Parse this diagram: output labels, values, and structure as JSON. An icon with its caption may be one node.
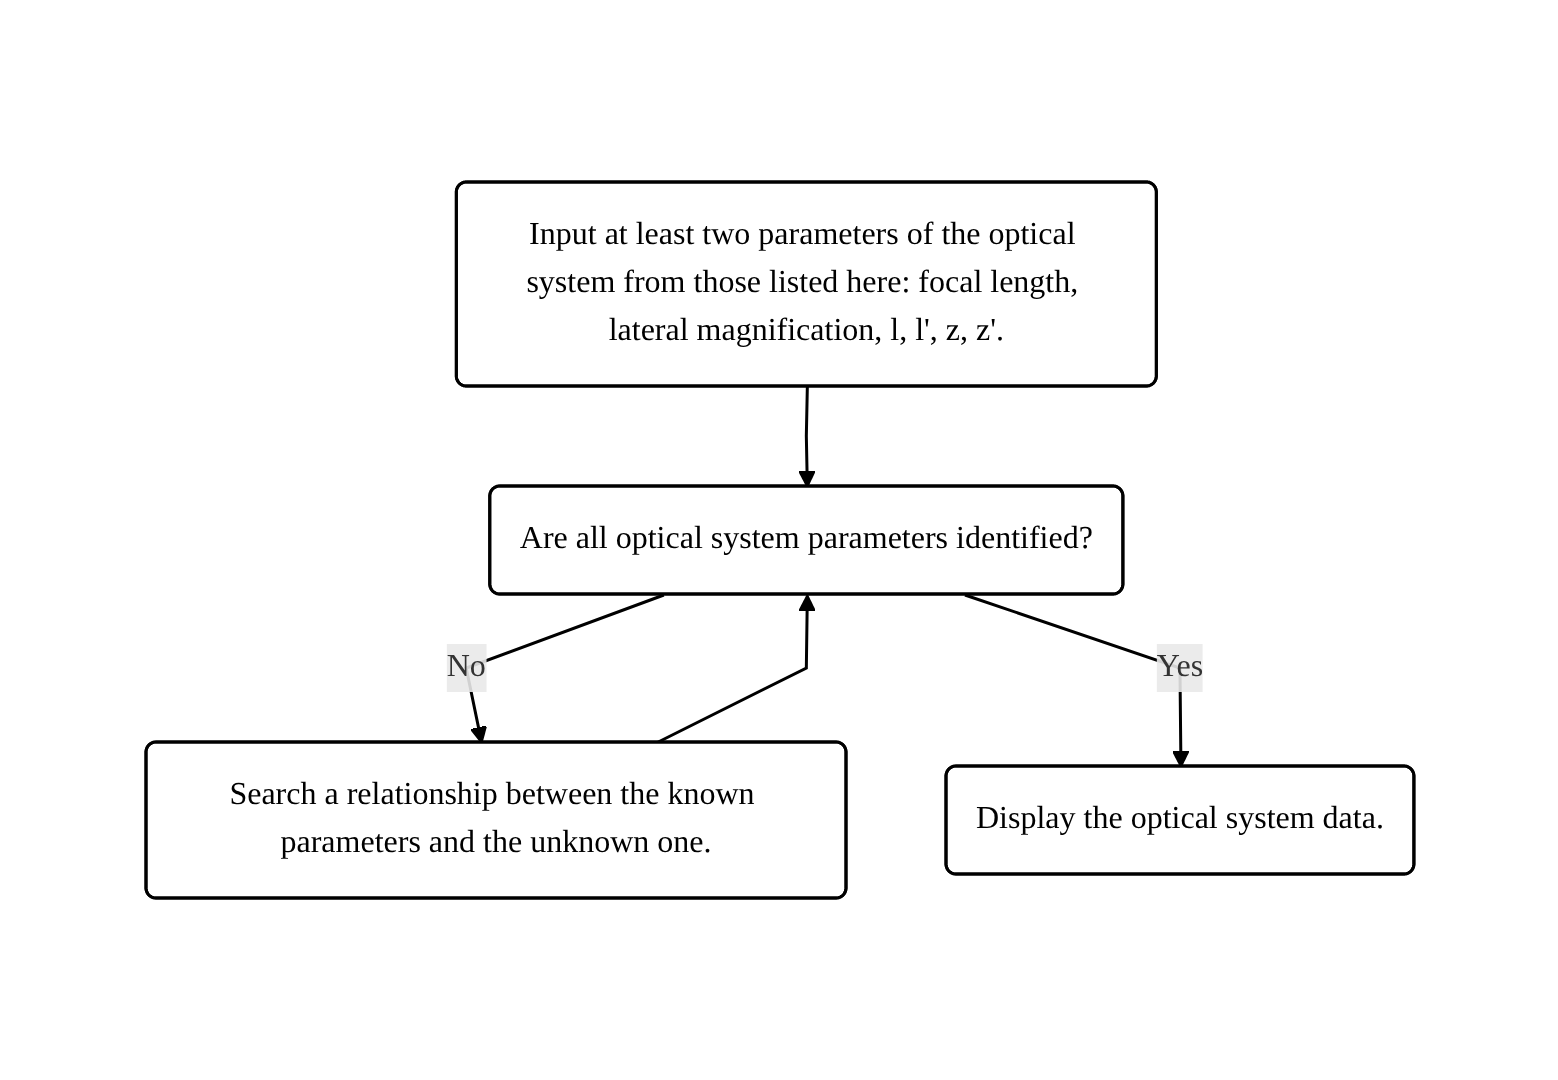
{
  "diagram": {
    "nodes": [
      {
        "text": [
          "Input at least two parameters of the optical system from those listed here: focal length, lateral magnification, l, l', z, z'."
        ]
      },
      {
        "text": [
          "Are all optical system parameters identified?"
        ]
      },
      {
        "text": [
          "Search a relationship between the known parameters and the unknown one."
        ]
      },
      {
        "text": [
          "Display the optical system data."
        ]
      }
    ],
    "edges": [
      {
        "from": 0,
        "to": 1,
        "arrow": "to"
      },
      {
        "from": 1,
        "to": 2,
        "arrow": "to",
        "label": "No"
      },
      {
        "from": 1,
        "to": 3,
        "arrow": "to",
        "label": "Yes"
      },
      {
        "from": 2,
        "to": 1,
        "arrow": "to"
      }
    ]
  }
}
